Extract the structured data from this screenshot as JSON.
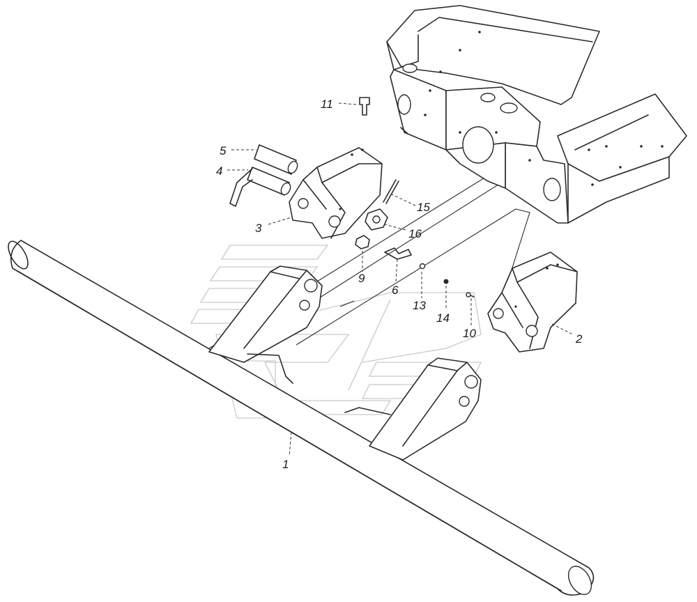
{
  "callouts": {
    "c1": "1",
    "c2": "2",
    "c3": "3",
    "c4": "4",
    "c5": "5",
    "c6": "6",
    "c9": "9",
    "c10": "10",
    "c11": "11",
    "c13": "13",
    "c14": "14",
    "c15": "15",
    "c16": "16"
  },
  "colors": {
    "line": "#2a2a2a",
    "watermark": "#c9c9c9",
    "background": "#ffffff"
  }
}
